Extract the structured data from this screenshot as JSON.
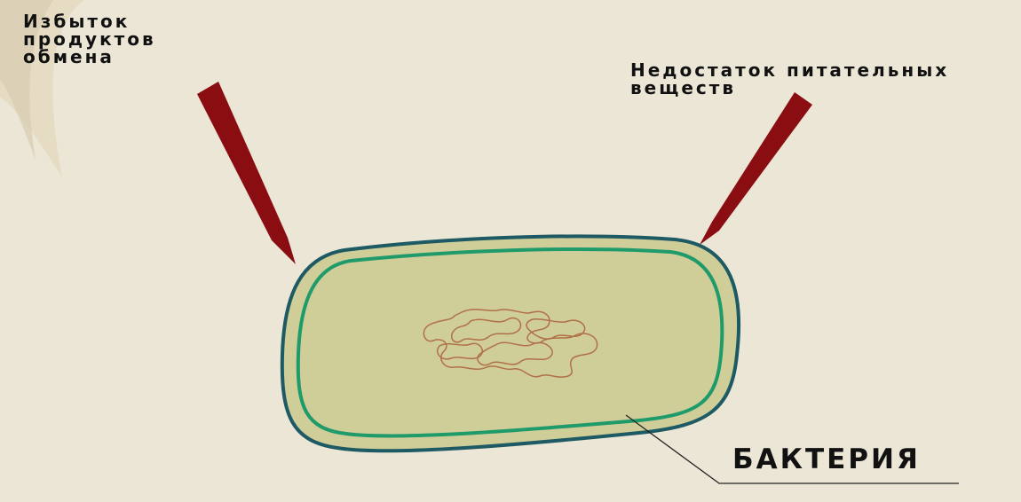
{
  "labels": {
    "left": [
      "Избыток",
      "продуктов",
      "обмена"
    ],
    "right": [
      "Недостаток питательных",
      "веществ"
    ],
    "bacteria": "БАКТЕРИЯ"
  },
  "colors": {
    "background": "#ece6d6",
    "arrow": "#8a0d12",
    "cell_fill": "#cfcd98",
    "cell_wall": "#1e5a63",
    "membrane": "#1f9a6a",
    "nucleoid": "#b07048",
    "pointer_line": "#222222"
  }
}
